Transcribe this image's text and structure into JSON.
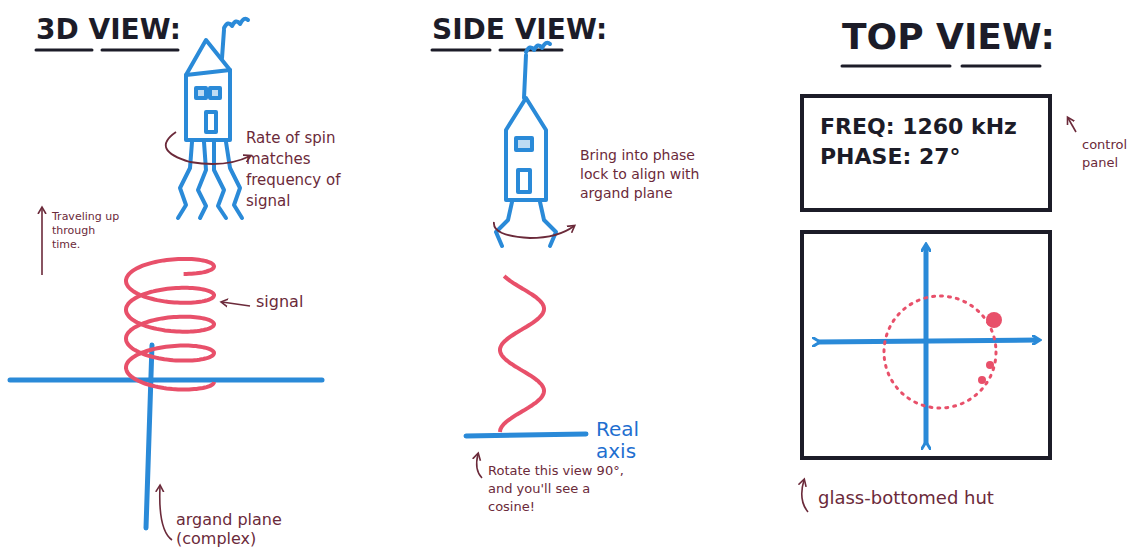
{
  "diagram": {
    "nodes": [
      {
        "text": [
          "FREQ: 1260 kHz",
          "PHASE: 27°"
        ]
      }
    ],
    "labels": [
      "3D VIEW:",
      "Rate of spin matches frequency of signal",
      "Traveling up through time.",
      "signal",
      "argand plane (complex)",
      "SIDE VIEW:",
      "Bring into phase lock to align with argand plane",
      "Real axis",
      "Rotate this view 90°, and you'll see a cosine!",
      "TOP VIEW:",
      "control panel",
      "glass-bottomed hut"
    ]
  }
}
